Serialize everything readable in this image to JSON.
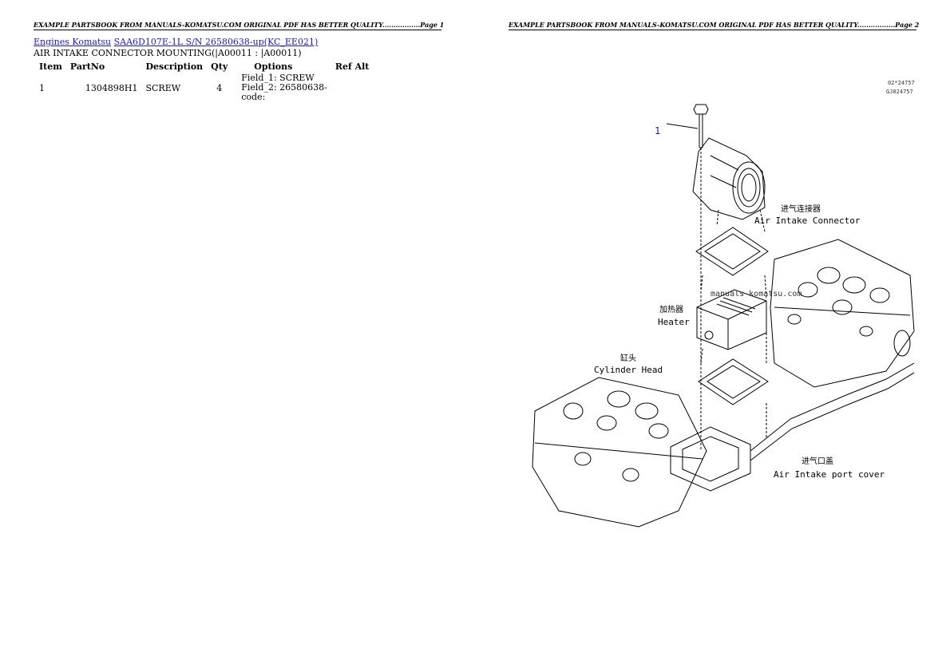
{
  "page1": {
    "header": "EXAMPLE PARTSBOOK FROM MANUALS-KOMATSU.COM ORIGINAL PDF HAS BETTER QUALITY.................Page 1"
  },
  "page2": {
    "header": "EXAMPLE PARTSBOOK FROM MANUALS-KOMATSU.COM ORIGINAL PDF HAS BETTER QUALITY.................Page 2"
  },
  "breadcrumb": {
    "link1": "Engines Komatsu",
    "link2": "SAA6D107E-1L S/N 26580638-up(KC_EE021)"
  },
  "section_title": "AIR INTAKE CONNECTOR MOUNTING(|A00011 : |A00011)",
  "table": {
    "headers": {
      "item": "Item",
      "partno": "PartNo",
      "description": "Description",
      "qty": "Qty",
      "options": "Options",
      "refalt": "Ref Alt"
    },
    "rows": [
      {
        "item": "1",
        "partno": "1304898H1",
        "description": "SCREW",
        "qty": "4",
        "options": {
          "line1": "Field_1: SCREW",
          "line2": "Field_2: 26580638-",
          "line3": "code:"
        },
        "refalt": ""
      }
    ]
  },
  "diagram": {
    "code1": "02*24757",
    "code2": "GJ024757",
    "callout": "1",
    "watermark": "manuals-komatsu.com",
    "labels": {
      "air_intake_cn": "进气连接器",
      "air_intake_en": "Air Intake Connector",
      "heater_cn": "加热器",
      "heater_en": "Heater",
      "cylinder_cn": "缸头",
      "cylinder_en": "Cylinder Head",
      "port_cn": "进气口盖",
      "port_en": "Air Intake port cover"
    }
  }
}
